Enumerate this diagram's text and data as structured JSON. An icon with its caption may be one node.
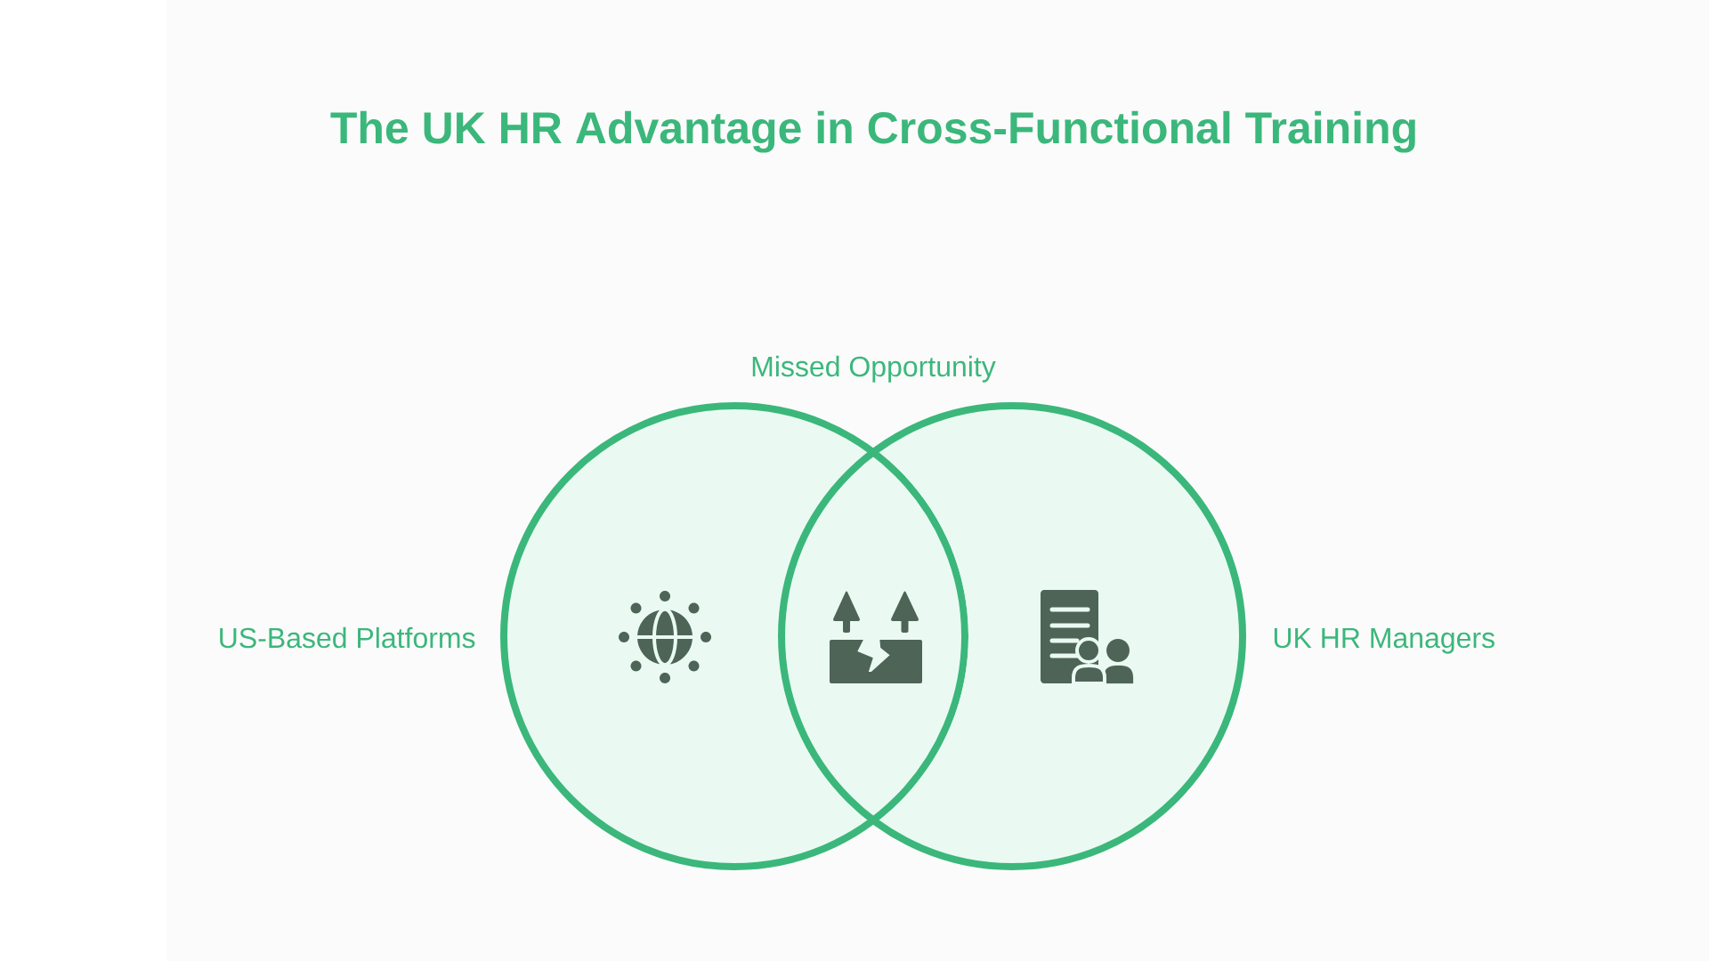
{
  "diagram": {
    "title": "The UK HR Advantage in Cross-Functional Training",
    "nodes": [
      {
        "text": [
          "US-Based Platforms"
        ]
      },
      {
        "text": [
          "UK HR Managers"
        ]
      }
    ],
    "labels": [
      "Missed Opportunity"
    ]
  }
}
